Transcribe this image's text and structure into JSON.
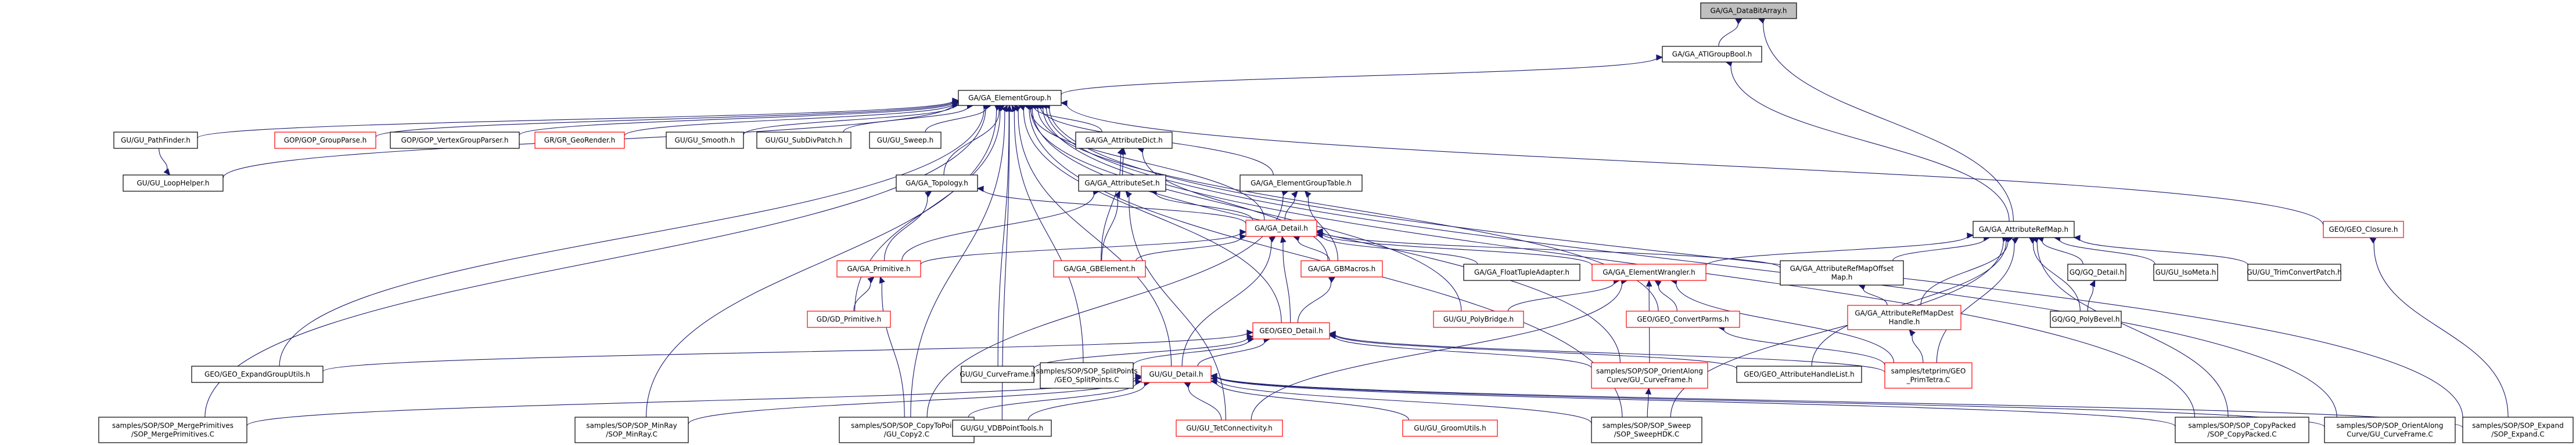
{
  "graph": {
    "title": "GA/GA_DataBitArray.h include dependency graph",
    "colors": {
      "edge": "#191970",
      "root_fill": "#bfbfbf",
      "truncated_border": "#ff0000",
      "normal_border": "#000000"
    },
    "nodes": [
      {
        "id": "databitarray",
        "lines": [
          "GA/GA_DataBitArray.h"
        ],
        "style": "root"
      },
      {
        "id": "atigroupbool",
        "lines": [
          "GA/GA_ATIGroupBool.h"
        ],
        "style": "normal"
      },
      {
        "id": "elementgroup",
        "lines": [
          "GA/GA_ElementGroup.h"
        ],
        "style": "normal"
      },
      {
        "id": "pathfinder",
        "lines": [
          "GU/GU_PathFinder.h"
        ],
        "style": "normal"
      },
      {
        "id": "groupparse",
        "lines": [
          "GOP/GOP_GroupParse.h"
        ],
        "style": "red"
      },
      {
        "id": "vertexgroupparser",
        "lines": [
          "GOP/GOP_VertexGroupParser.h"
        ],
        "style": "normal"
      },
      {
        "id": "georender",
        "lines": [
          "GR/GR_GeoRender.h"
        ],
        "style": "red"
      },
      {
        "id": "smooth",
        "lines": [
          "GU/GU_Smooth.h"
        ],
        "style": "normal"
      },
      {
        "id": "subdivpatch",
        "lines": [
          "GU/GU_SubDivPatch.h"
        ],
        "style": "normal"
      },
      {
        "id": "sweep",
        "lines": [
          "GU/GU_Sweep.h"
        ],
        "style": "normal"
      },
      {
        "id": "attributedict",
        "lines": [
          "GA/GA_AttributeDict.h"
        ],
        "style": "normal"
      },
      {
        "id": "loophelper",
        "lines": [
          "GU/GU_LoopHelper.h"
        ],
        "style": "normal"
      },
      {
        "id": "topology",
        "lines": [
          "GA/GA_Topology.h"
        ],
        "style": "normal"
      },
      {
        "id": "attributeset",
        "lines": [
          "GA/GA_AttributeSet.h"
        ],
        "style": "normal"
      },
      {
        "id": "elementgrouptable",
        "lines": [
          "GA/GA_ElementGroupTable.h"
        ],
        "style": "normal"
      },
      {
        "id": "attributerefmap",
        "lines": [
          "GA/GA_AttributeRefMap.h"
        ],
        "style": "normal"
      },
      {
        "id": "geoclosure",
        "lines": [
          "GEO/GEO_Closure.h"
        ],
        "style": "red"
      },
      {
        "id": "gadetail",
        "lines": [
          "GA/GA_Detail.h"
        ],
        "style": "red"
      },
      {
        "id": "primitive",
        "lines": [
          "GA/GA_Primitive.h"
        ],
        "style": "red"
      },
      {
        "id": "gbelement",
        "lines": [
          "GA/GA_GBElement.h"
        ],
        "style": "red"
      },
      {
        "id": "gbmacros",
        "lines": [
          "GA/GA_GBMacros.h"
        ],
        "style": "red"
      },
      {
        "id": "floattupleadapter",
        "lines": [
          "GA/GA_FloatTupleAdapter.h"
        ],
        "style": "normal"
      },
      {
        "id": "elementwrangler",
        "lines": [
          "GA/GA_ElementWrangler.h"
        ],
        "style": "red"
      },
      {
        "id": "refmapoffsetmap",
        "lines": [
          "GA/GA_AttributeRefMapOffset",
          "Map.h"
        ],
        "style": "normal"
      },
      {
        "id": "gqdetail",
        "lines": [
          "GQ/GQ_Detail.h"
        ],
        "style": "normal"
      },
      {
        "id": "isometa",
        "lines": [
          "GU/GU_IsoMeta.h"
        ],
        "style": "normal"
      },
      {
        "id": "trimconvertpatch",
        "lines": [
          "GU/GU_TrimConvertPatch.h"
        ],
        "style": "normal"
      },
      {
        "id": "gdprimitive",
        "lines": [
          "GD/GD_Primitive.h"
        ],
        "style": "red"
      },
      {
        "id": "polybridge",
        "lines": [
          "GU/GU_PolyBridge.h"
        ],
        "style": "red"
      },
      {
        "id": "convertparms",
        "lines": [
          "GEO/GEO_ConvertParms.h"
        ],
        "style": "red"
      },
      {
        "id": "refmapdesthandle",
        "lines": [
          "GA/GA_AttributeRefMapDest",
          "Handle.h"
        ],
        "style": "red"
      },
      {
        "id": "polybevel",
        "lines": [
          "GQ/GQ_PolyBevel.h"
        ],
        "style": "normal"
      },
      {
        "id": "geodetail",
        "lines": [
          "GEO/GEO_Detail.h"
        ],
        "style": "red"
      },
      {
        "id": "expandgrouputils",
        "lines": [
          "GEO/GEO_ExpandGroupUtils.h"
        ],
        "style": "normal"
      },
      {
        "id": "curveframe",
        "lines": [
          "GU/GU_CurveFrame.h"
        ],
        "style": "normal"
      },
      {
        "id": "splitpoints",
        "lines": [
          "samples/SOP/SOP_SplitPoints",
          "/GEO_SplitPoints.C"
        ],
        "style": "normal"
      },
      {
        "id": "gudetail",
        "lines": [
          "GU/GU_Detail.h"
        ],
        "style": "red"
      },
      {
        "id": "orientalongcurveh",
        "lines": [
          "samples/SOP/SOP_OrientAlong",
          "Curve/GU_CurveFrame.h"
        ],
        "style": "red"
      },
      {
        "id": "attributehandlelist",
        "lines": [
          "GEO/GEO_AttributeHandleList.h"
        ],
        "style": "normal"
      },
      {
        "id": "primtetra",
        "lines": [
          "samples/tetprim/GEO",
          "_PrimTetra.C"
        ],
        "style": "red"
      },
      {
        "id": "mergeprimitives",
        "lines": [
          "samples/SOP/SOP_MergePrimitives",
          "/SOP_MergePrimitives.C"
        ],
        "style": "normal"
      },
      {
        "id": "minray",
        "lines": [
          "samples/SOP/SOP_MinRay",
          "/SOP_MinRay.C"
        ],
        "style": "normal"
      },
      {
        "id": "copytopoints",
        "lines": [
          "samples/SOP/SOP_CopyToPoints",
          "/GU_Copy2.C"
        ],
        "style": "normal"
      },
      {
        "id": "vdbpointtools",
        "lines": [
          "GU/GU_VDBPointTools.h"
        ],
        "style": "normal"
      },
      {
        "id": "tetconnectivity",
        "lines": [
          "GU/GU_TetConnectivity.h"
        ],
        "style": "red"
      },
      {
        "id": "groomutils",
        "lines": [
          "GU/GU_GroomUtils.h"
        ],
        "style": "red"
      },
      {
        "id": "sweephdk",
        "lines": [
          "samples/SOP/SOP_Sweep",
          "/SOP_SweepHDK.C"
        ],
        "style": "normal"
      },
      {
        "id": "copypacked",
        "lines": [
          "samples/SOP/SOP_CopyPacked",
          "/SOP_CopyPacked.C"
        ],
        "style": "normal"
      },
      {
        "id": "orientalongcurvec",
        "lines": [
          "samples/SOP/SOP_OrientAlong",
          "Curve/GU_CurveFrame.C"
        ],
        "style": "normal"
      },
      {
        "id": "expandc",
        "lines": [
          "samples/SOP/SOP_Expand",
          "/SOP_Expand.C"
        ],
        "style": "normal"
      }
    ],
    "edges": [
      [
        "atigroupbool",
        "databitarray"
      ],
      [
        "attributerefmap",
        "databitarray"
      ],
      [
        "elementgroup",
        "atigroupbool"
      ],
      [
        "attributerefmap",
        "atigroupbool"
      ],
      [
        "pathfinder",
        "elementgroup"
      ],
      [
        "groupparse",
        "elementgroup"
      ],
      [
        "vertexgroupparser",
        "elementgroup"
      ],
      [
        "georender",
        "elementgroup"
      ],
      [
        "smooth",
        "elementgroup"
      ],
      [
        "subdivpatch",
        "elementgroup"
      ],
      [
        "sweep",
        "elementgroup"
      ],
      [
        "attributedict",
        "elementgroup"
      ],
      [
        "loophelper",
        "elementgroup"
      ],
      [
        "topology",
        "elementgroup"
      ],
      [
        "elementgrouptable",
        "elementgroup"
      ],
      [
        "gadetail",
        "elementgroup"
      ],
      [
        "geoclosure",
        "elementgroup"
      ],
      [
        "polybridge",
        "elementgroup"
      ],
      [
        "convertparms",
        "elementgroup"
      ],
      [
        "expandgrouputils",
        "elementgroup"
      ],
      [
        "geodetail",
        "elementgroup"
      ],
      [
        "gudetail",
        "elementgroup"
      ],
      [
        "curveframe",
        "elementgroup"
      ],
      [
        "splitpoints",
        "elementgroup"
      ],
      [
        "orientalongcurveh",
        "elementgroup"
      ],
      [
        "mergeprimitives",
        "elementgroup"
      ],
      [
        "minray",
        "elementgroup"
      ],
      [
        "copytopoints",
        "elementgroup"
      ],
      [
        "vdbpointtools",
        "elementgroup"
      ],
      [
        "gdprimitive",
        "elementgroup"
      ],
      [
        "sweephdk",
        "elementgroup"
      ],
      [
        "copypacked",
        "elementgroup"
      ],
      [
        "orientalongcurvec",
        "elementgroup"
      ],
      [
        "expandc",
        "elementgroup"
      ],
      [
        "pathfinder",
        "loophelper"
      ],
      [
        "attributeset",
        "attributedict"
      ],
      [
        "gbelement",
        "attributedict"
      ],
      [
        "gbmacros",
        "attributedict"
      ],
      [
        "gadetail",
        "attributeset"
      ],
      [
        "gbelement",
        "attributeset"
      ],
      [
        "primitive",
        "attributeset"
      ],
      [
        "tetconnectivity",
        "attributeset"
      ],
      [
        "gadetail",
        "elementgrouptable"
      ],
      [
        "gbmacros",
        "elementgrouptable"
      ],
      [
        "copytopoints",
        "elementgrouptable"
      ],
      [
        "gadetail",
        "topology"
      ],
      [
        "primitive",
        "topology"
      ],
      [
        "primitive",
        "gadetail"
      ],
      [
        "gbelement",
        "gadetail"
      ],
      [
        "gbmacros",
        "gadetail"
      ],
      [
        "floattupleadapter",
        "gadetail"
      ],
      [
        "elementwrangler",
        "gadetail"
      ],
      [
        "refmapoffsetmap",
        "gadetail"
      ],
      [
        "geodetail",
        "gadetail"
      ],
      [
        "gudetail",
        "gadetail"
      ],
      [
        "gdprimitive",
        "primitive"
      ],
      [
        "copytopoints",
        "primitive"
      ],
      [
        "geodetail",
        "gbmacros"
      ],
      [
        "elementwrangler",
        "attributerefmap"
      ],
      [
        "refmapoffsetmap",
        "attributerefmap"
      ],
      [
        "gqdetail",
        "attributerefmap"
      ],
      [
        "isometa",
        "attributerefmap"
      ],
      [
        "trimconvertpatch",
        "attributerefmap"
      ],
      [
        "refmapdesthandle",
        "attributerefmap"
      ],
      [
        "primtetra",
        "attributerefmap"
      ],
      [
        "attributehandlelist",
        "attributerefmap"
      ],
      [
        "polybevel",
        "attributerefmap"
      ],
      [
        "sweephdk",
        "attributerefmap"
      ],
      [
        "copypacked",
        "attributerefmap"
      ],
      [
        "polybridge",
        "elementwrangler"
      ],
      [
        "convertparms",
        "elementwrangler"
      ],
      [
        "orientalongcurveh",
        "elementwrangler"
      ],
      [
        "primtetra",
        "elementwrangler"
      ],
      [
        "tetconnectivity",
        "elementwrangler"
      ],
      [
        "refmapdesthandle",
        "refmapoffsetmap"
      ],
      [
        "primtetra",
        "refmapdesthandle"
      ],
      [
        "polybevel",
        "gqdetail"
      ],
      [
        "primtetra",
        "convertparms"
      ],
      [
        "expandc",
        "geoclosure"
      ],
      [
        "expandgrouputils",
        "geodetail"
      ],
      [
        "curveframe",
        "geodetail"
      ],
      [
        "splitpoints",
        "geodetail"
      ],
      [
        "gudetail",
        "geodetail"
      ],
      [
        "orientalongcurveh",
        "geodetail"
      ],
      [
        "attributehandlelist",
        "geodetail"
      ],
      [
        "primtetra",
        "geodetail"
      ],
      [
        "mergeprimitives",
        "gudetail"
      ],
      [
        "minray",
        "gudetail"
      ],
      [
        "copytopoints",
        "gudetail"
      ],
      [
        "vdbpointtools",
        "gudetail"
      ],
      [
        "tetconnectivity",
        "gudetail"
      ],
      [
        "groomutils",
        "gudetail"
      ],
      [
        "sweephdk",
        "gudetail"
      ],
      [
        "copypacked",
        "gudetail"
      ],
      [
        "orientalongcurvec",
        "gudetail"
      ],
      [
        "expandc",
        "gudetail"
      ],
      [
        "sweephdk",
        "orientalongcurveh"
      ]
    ]
  }
}
